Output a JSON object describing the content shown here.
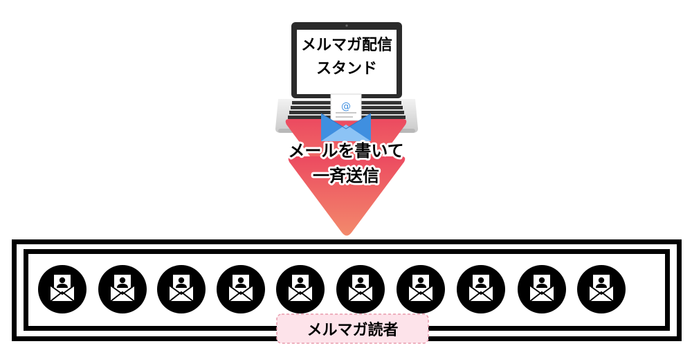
{
  "sender": {
    "title_line1": "メルマガ配信",
    "title_line2": "スタンド",
    "email_glyph": "@"
  },
  "action": {
    "line1": "メールを書いて",
    "line2": "一斉送信"
  },
  "readers": {
    "label": "メルマガ読者",
    "count": 10
  },
  "colors": {
    "arrow_top": "#ec4a60",
    "arrow_bottom": "#f38a6c",
    "envelope_blue": "#3f8fe0",
    "envelope_light": "#8cc3f5",
    "reader_circle": "#000000",
    "label_bg": "#fde3ea",
    "label_border": "#e89aac"
  }
}
